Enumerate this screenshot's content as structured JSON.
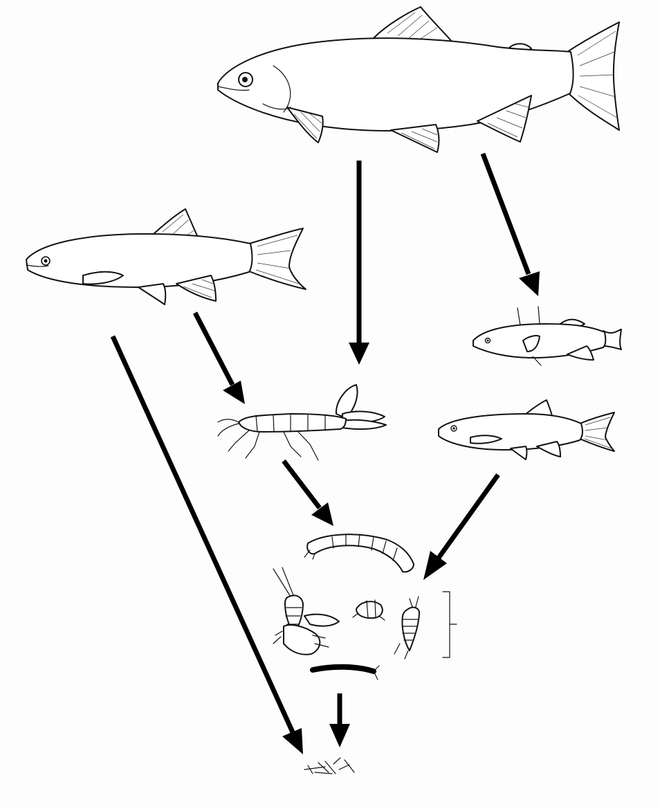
{
  "diagram": {
    "nodes": [
      {
        "id": "large-trout",
        "icon": "trout-icon"
      },
      {
        "id": "small-fish-left",
        "icon": "minnow-icon"
      },
      {
        "id": "stickleback",
        "icon": "stickleback-icon"
      },
      {
        "id": "minnow-right",
        "icon": "minnow-icon"
      },
      {
        "id": "stonefly-nymph",
        "icon": "stonefly-icon"
      },
      {
        "id": "chironomid-larva",
        "icon": "larva-icon"
      },
      {
        "id": "invertebrate-group",
        "icon": "invertebrates-icon"
      },
      {
        "id": "worm",
        "icon": "worm-icon"
      },
      {
        "id": "detritus",
        "icon": "detritus-icon"
      }
    ],
    "edges": [
      {
        "from": "large-trout",
        "to": "stonefly-nymph"
      },
      {
        "from": "large-trout",
        "to": "stickleback"
      },
      {
        "from": "small-fish-left",
        "to": "stonefly-nymph"
      },
      {
        "from": "small-fish-left",
        "to": "detritus"
      },
      {
        "from": "stonefly-nymph",
        "to": "chironomid-larva"
      },
      {
        "from": "minnow-right",
        "to": "invertebrate-group"
      },
      {
        "from": "worm",
        "to": "detritus"
      }
    ],
    "colors": {
      "ink": "#111111",
      "background": "#fdfdfd"
    }
  }
}
